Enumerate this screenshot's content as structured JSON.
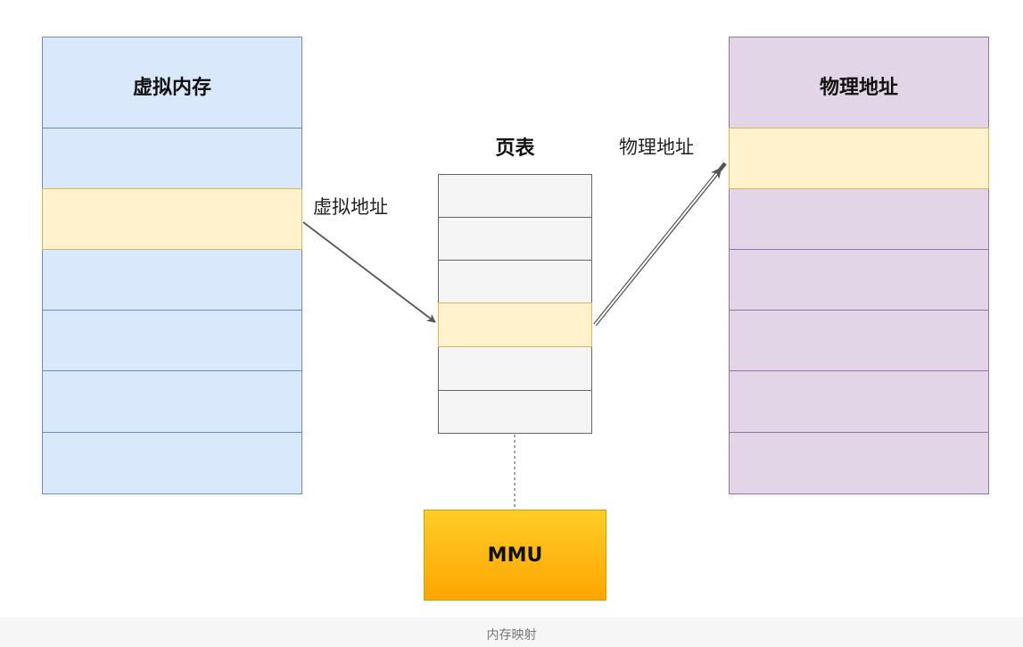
{
  "virtual_memory": {
    "title": "虚拟内存",
    "highlighted_row": 2
  },
  "page_table": {
    "title": "页表",
    "row_count": 6,
    "highlighted_row": 3
  },
  "physical_memory": {
    "title": "物理地址",
    "highlighted_row": 1
  },
  "labels": {
    "virtual_address": "虚拟地址",
    "physical_address": "物理地址"
  },
  "mmu": {
    "label": "MMU"
  },
  "caption": "内存映射",
  "colors": {
    "virtual_fill": "#dae8fc",
    "virtual_stroke": "#6c8ebf",
    "physical_fill": "#e1d5e7",
    "physical_stroke": "#9673a6",
    "table_fill": "#f5f5f5",
    "table_stroke": "#666666",
    "highlight_fill": "#fff2cc",
    "highlight_stroke": "#d6b656",
    "mmu_fill_top": "#ffcd28",
    "mmu_fill_bottom": "#ffa500",
    "mmu_stroke": "#d79b00"
  }
}
